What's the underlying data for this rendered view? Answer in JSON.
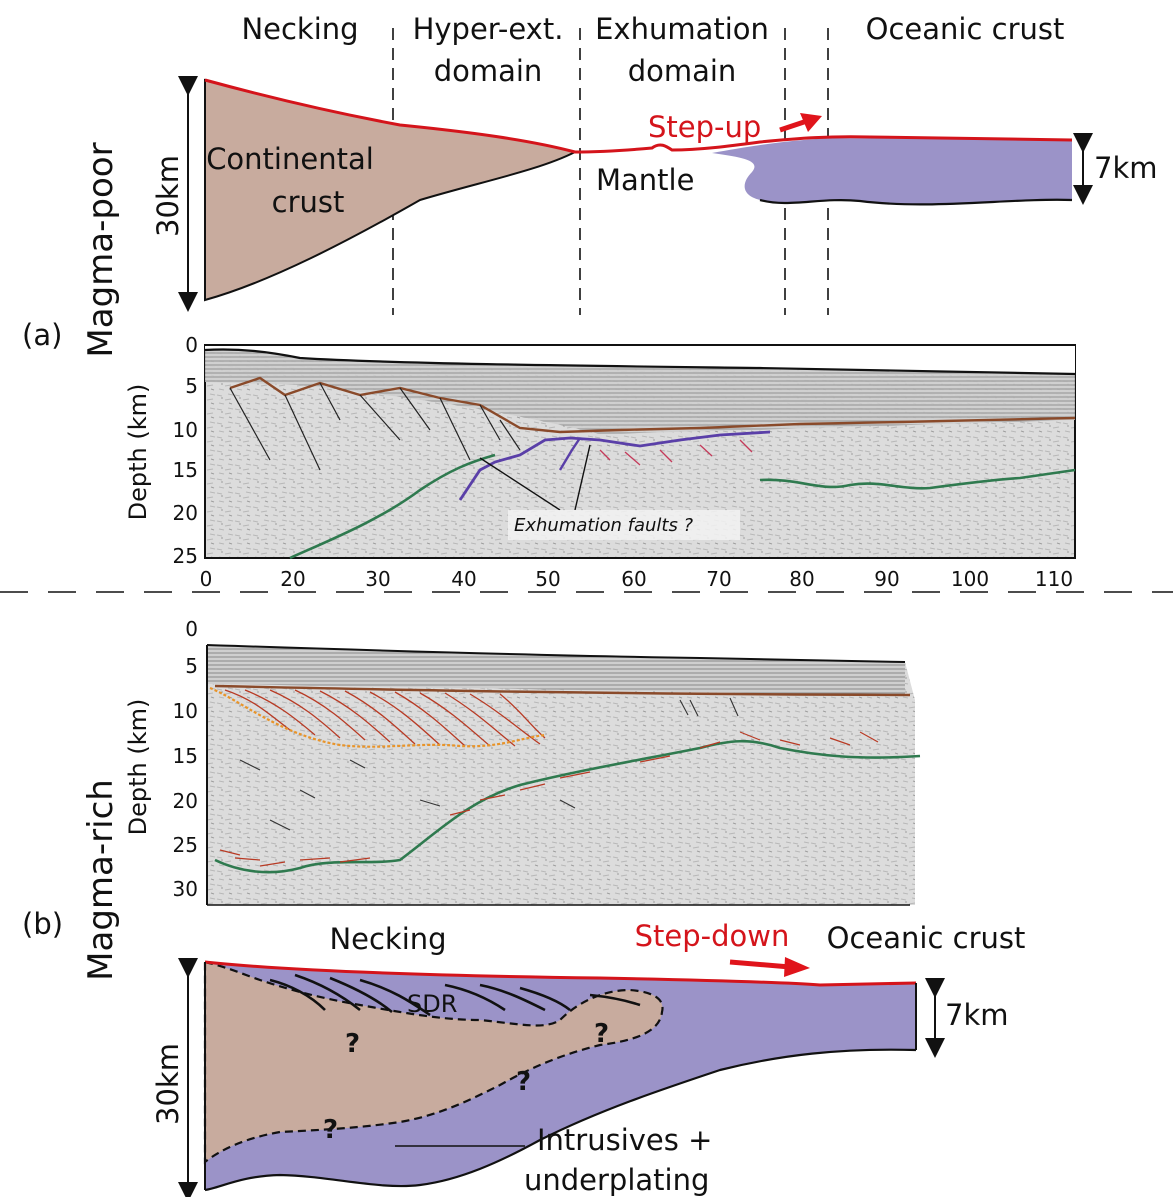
{
  "colors": {
    "continental_crust": "#c8ab9e",
    "oceanic_crust": "#9b93c8",
    "surface_line": "#d4141b",
    "step_arrow": "#e0141b",
    "exhumation_fault": "#5a3fa8",
    "moho": "#2f7a4f",
    "top_basement": "#8a4a2a",
    "sdr_reflector": "#b83a24"
  },
  "panel_a": {
    "case_label": "Magma-poor",
    "panel_letter": "(a)",
    "domains": {
      "necking": "Necking",
      "hyper_ext_line1": "Hyper-ext.",
      "hyper_ext_line2": "domain",
      "exhumation_line1": "Exhumation",
      "exhumation_line2": "domain",
      "oceanic": "Oceanic crust"
    },
    "step_label": "Step-up",
    "continental_line1": "Continental",
    "continental_line2": "crust",
    "mantle": "Mantle",
    "thickness_left": "30km",
    "thickness_right": "7km",
    "seismic": {
      "ylabel": "Depth (km)",
      "yticks": [
        "0",
        "5",
        "10",
        "15",
        "20",
        "25"
      ],
      "xticks": [
        "0",
        "20",
        "30",
        "40",
        "50",
        "60",
        "70",
        "80",
        "90",
        "100",
        "110"
      ],
      "annotation": "Exhumation faults ?"
    }
  },
  "panel_b": {
    "case_label": "Magma-rich",
    "panel_letter": "(b)",
    "necking": "Necking",
    "step_label": "Step-down",
    "oceanic": "Oceanic crust",
    "sdr": "SDR",
    "question_mark": "?",
    "intrusives_line1": "Intrusives +",
    "intrusives_line2": "underplating",
    "thickness_left": "30km",
    "thickness_right": "7km",
    "seismic": {
      "ylabel": "Depth (km)",
      "yticks": [
        "0",
        "5",
        "10",
        "15",
        "20",
        "25",
        "30"
      ]
    }
  }
}
